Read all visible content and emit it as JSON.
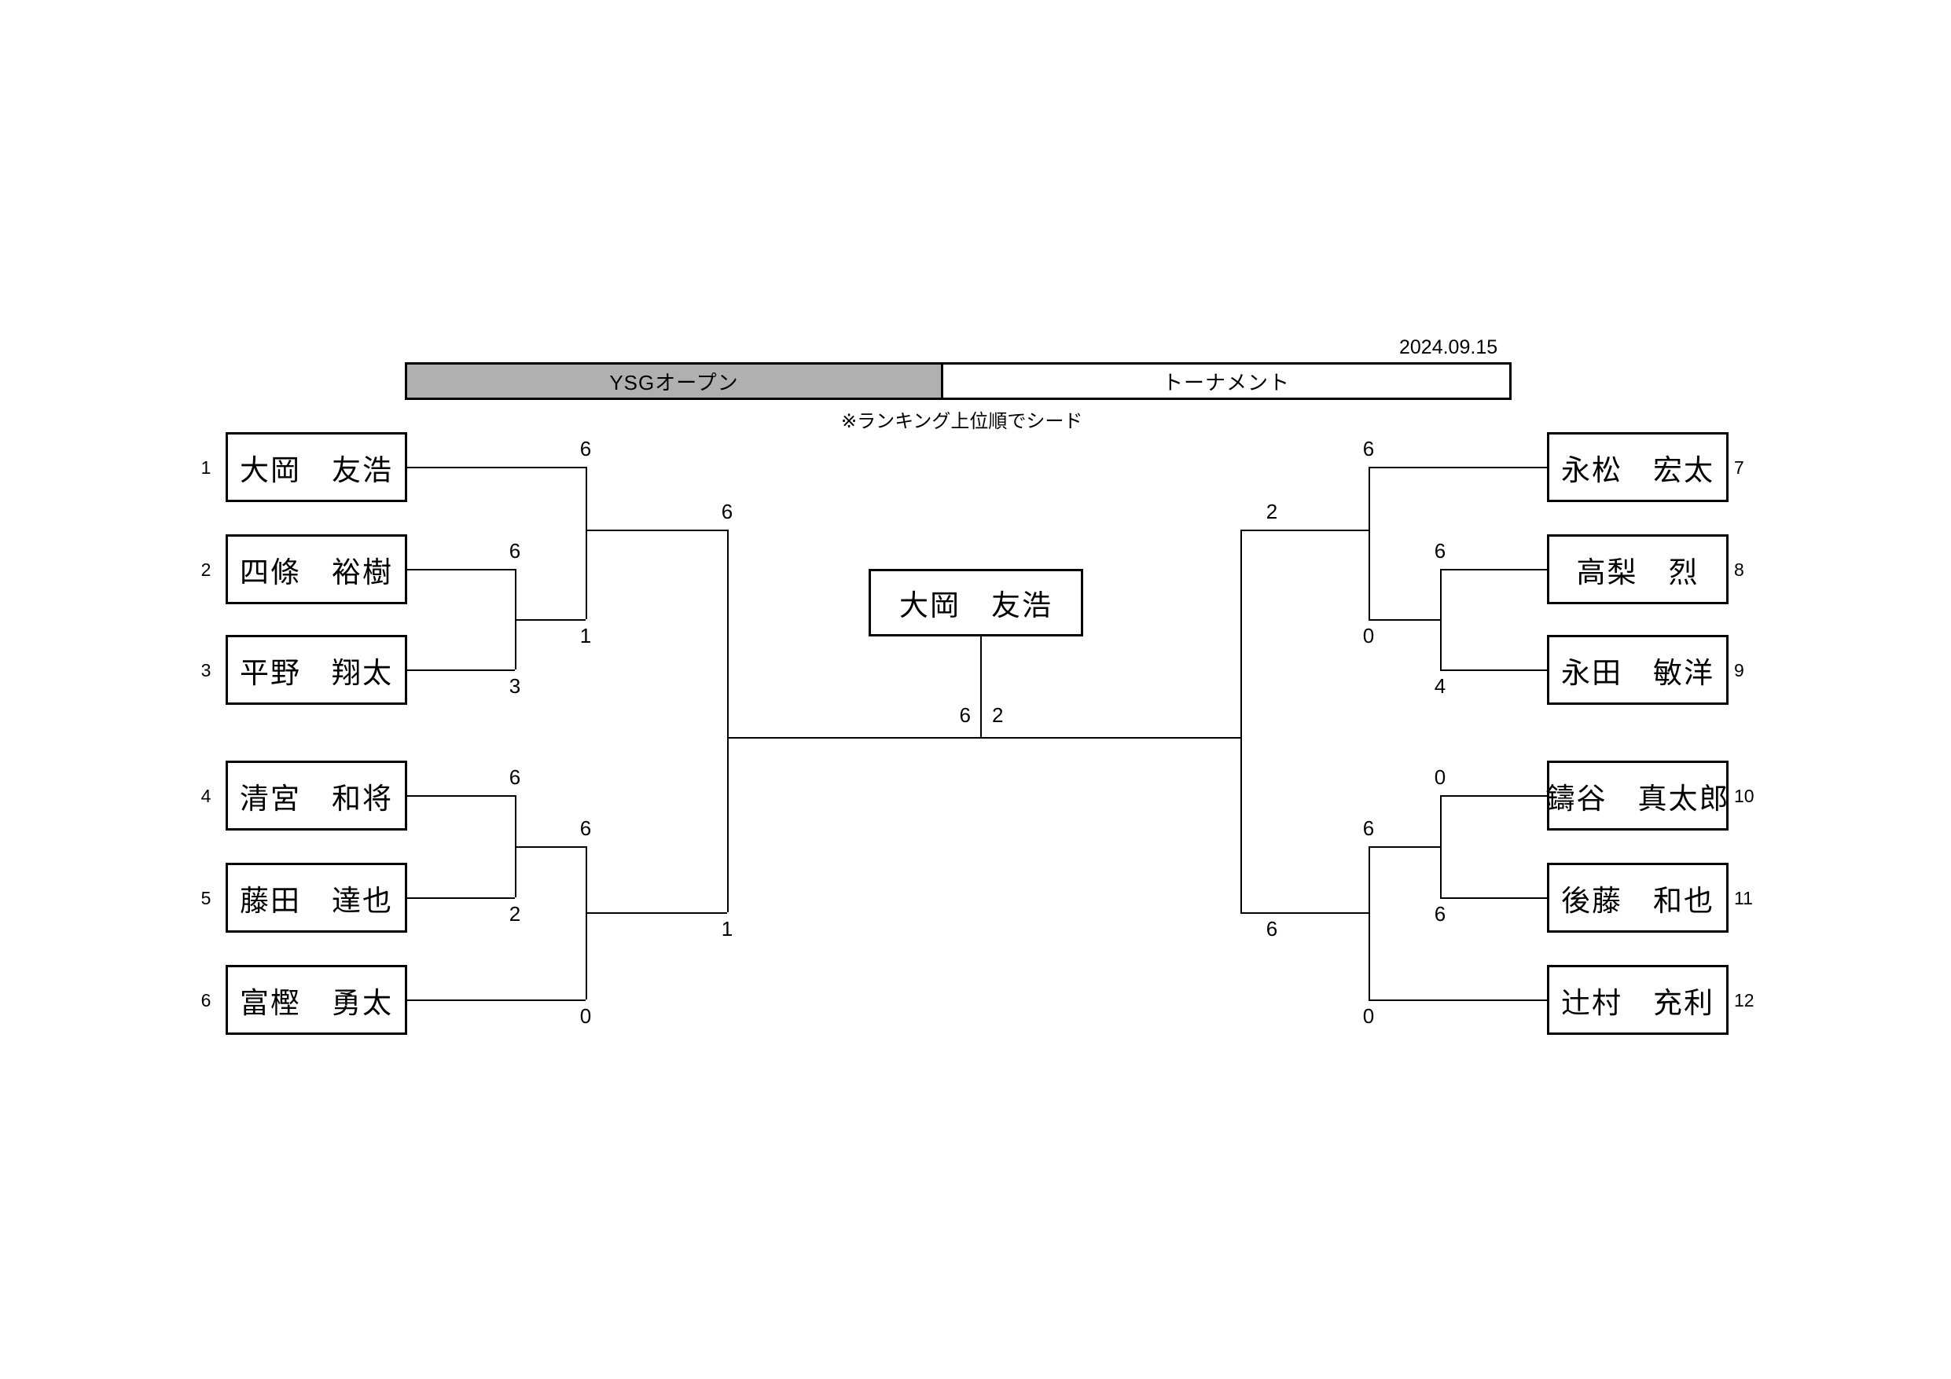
{
  "header": {
    "title_left": "YSGオープン",
    "title_right": "トーナメント",
    "date": "2024.09.15",
    "note": "※ランキング上位順でシード"
  },
  "champion": {
    "name": "大岡　友浩"
  },
  "left_players": [
    {
      "seed": "1",
      "name": "大岡　友浩"
    },
    {
      "seed": "2",
      "name": "四條　裕樹"
    },
    {
      "seed": "3",
      "name": "平野　翔太"
    },
    {
      "seed": "4",
      "name": "清宮　和将"
    },
    {
      "seed": "5",
      "name": "藤田　達也"
    },
    {
      "seed": "6",
      "name": "富樫　勇太"
    }
  ],
  "right_players": [
    {
      "seed": "7",
      "name": "永松　宏太"
    },
    {
      "seed": "8",
      "name": "高梨　烈"
    },
    {
      "seed": "9",
      "name": "永田　敏洋"
    },
    {
      "seed": "10",
      "name": "鑄谷　真太郎"
    },
    {
      "seed": "11",
      "name": "後藤　和也"
    },
    {
      "seed": "12",
      "name": "辻村　充利"
    }
  ],
  "scores": {
    "l_r1_top_top": "6",
    "l_r1_top_bot": "3",
    "l_r2_top_top": "6",
    "l_r2_top_bot": "1",
    "l_r1_bot_top": "6",
    "l_r1_bot_bot": "2",
    "l_r2_bot_top": "6",
    "l_r2_bot_bot": "0",
    "l_sf_top": "6",
    "l_sf_bot": "1",
    "final_left": "6",
    "final_right": "2",
    "r_sf_top": "2",
    "r_sf_bot": "6",
    "r_r2_top_top": "6",
    "r_r2_top_bot": "0",
    "r_r1_top_top": "6",
    "r_r1_top_bot": "4",
    "r_r2_bot_top": "6",
    "r_r2_bot_bot": "0",
    "r_r1_bot_top": "0",
    "r_r1_bot_bot": "6"
  },
  "colors": {
    "line": "#000000",
    "header_fill": "#b0b0b0",
    "background": "#ffffff"
  }
}
